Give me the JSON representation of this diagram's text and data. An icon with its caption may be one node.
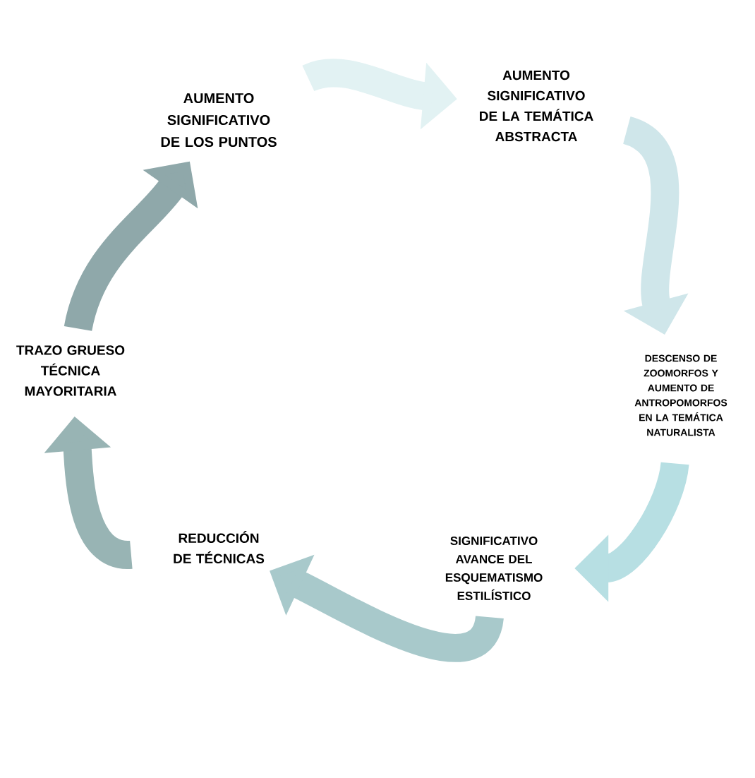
{
  "diagram": {
    "nodes": [
      {
        "text": [
          "AUMENTO SIGNIFICATIVO DE LOS PUNTOS"
        ]
      },
      {
        "text": [
          "AUMENTO SIGNIFICATIVO DE LA TEMÁTICA ABSTRACTA"
        ]
      },
      {
        "text": [
          "DESCENSO DE ZOOMORFOS Y AUMENTO DE ANTROPOMORFOS EN LA TEMÁTICA NATURALISTA"
        ]
      },
      {
        "text": [
          "SIGNIFICATIVO AVANCE DEL ESQUEMATISMO ESTILÍSTICO"
        ]
      },
      {
        "text": [
          "REDUCCIÓN DE TÉCNICAS"
        ]
      },
      {
        "text": [
          "TRAZO GRUESO TÉCNICA MAYORITARIA"
        ]
      }
    ],
    "edges": [
      {
        "from": 0,
        "to": 1,
        "arrow": "to",
        "color": "#e2f2f3"
      },
      {
        "from": 1,
        "to": 2,
        "arrow": "to",
        "color": "#cfe6ea"
      },
      {
        "from": 2,
        "to": 3,
        "arrow": "to",
        "color": "#b7dfe3"
      },
      {
        "from": 3,
        "to": 4,
        "arrow": "to",
        "color": "#a8c9cb"
      },
      {
        "from": 4,
        "to": 5,
        "arrow": "to",
        "color": "#98b4b4"
      },
      {
        "from": 5,
        "to": 0,
        "arrow": "to",
        "color": "#8fa8aa"
      }
    ]
  }
}
